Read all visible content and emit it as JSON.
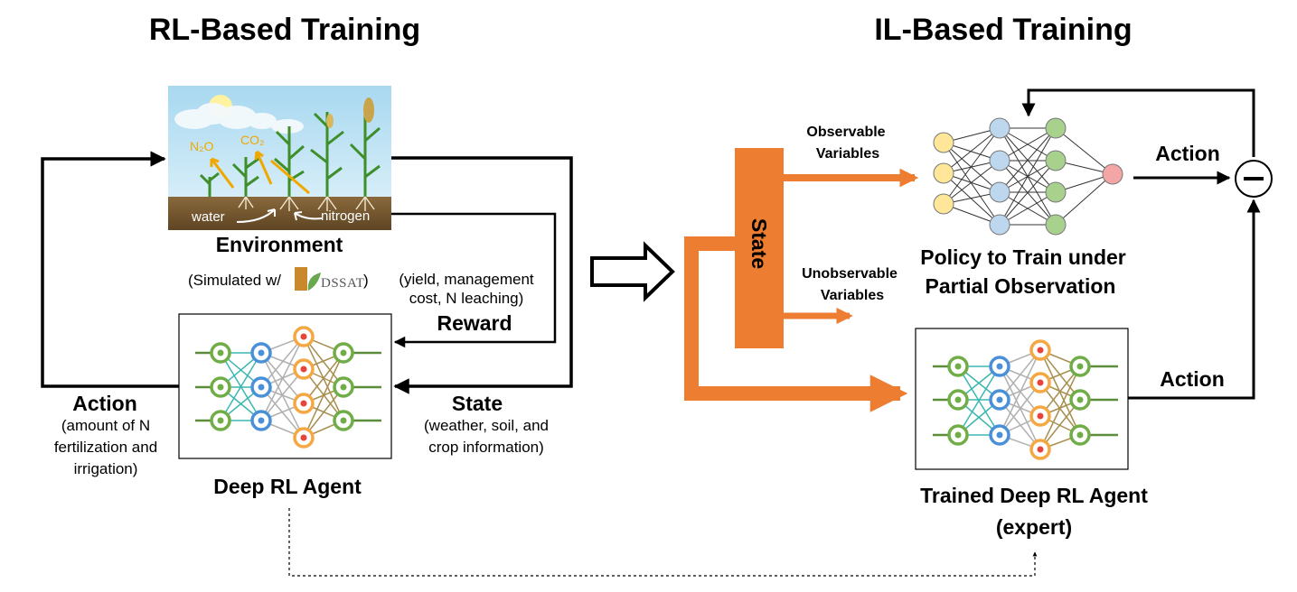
{
  "rl": {
    "title": "RL-Based Training",
    "env_labels": {
      "n2o": "N₂O",
      "co2": "CO₂",
      "water": "water",
      "nitrogen": "nitrogen"
    },
    "environment": "Environment",
    "simulated_prefix": "(Simulated w/",
    "simulated_suffix": ")",
    "dssat_logo": "DSSAT",
    "reward_detail_1": "(yield, management",
    "reward_detail_2": "cost, N leaching)",
    "reward": "Reward",
    "action": "Action",
    "action_detail_1": "(amount of N",
    "action_detail_2": "fertilization and",
    "action_detail_3": "irrigation)",
    "state": "State",
    "state_detail_1": "(weather, soil, and",
    "state_detail_2": "crop information)",
    "agent": "Deep RL Agent"
  },
  "il": {
    "title": "IL-Based Training",
    "state": "State",
    "observable_1": "Observable",
    "observable_2": "Variables",
    "unobservable_1": "Unobservable",
    "unobservable_2": "Variables",
    "policy_1": "Policy to Train under",
    "policy_2": "Partial Observation",
    "action_top": "Action",
    "action_bottom": "Action",
    "expert_1": "Trained Deep RL Agent",
    "expert_2": "(expert)"
  },
  "colors": {
    "orange": "#ED7D31",
    "nn_green": "#70AD47",
    "nn_blue": "#4A90D9",
    "nn_orange": "#F5A742",
    "nn_red": "#E8433A"
  }
}
